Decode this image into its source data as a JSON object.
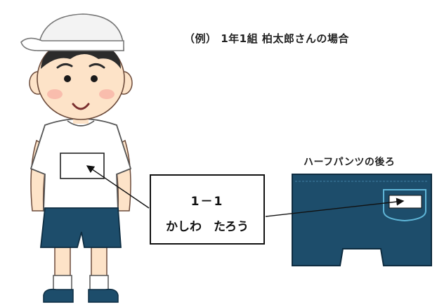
{
  "caption": "（例） 1年1組  柏太郎さんの場合",
  "pants": {
    "title": "ハーフパンツの後ろ"
  },
  "name_tag": {
    "class": "1－1",
    "name": "かしわ　たろう"
  },
  "colors": {
    "navy": "#1d4d6b",
    "patch_border": "#5fb6d8",
    "skin": "#fde3c8",
    "hair": "#2b2b2b"
  }
}
